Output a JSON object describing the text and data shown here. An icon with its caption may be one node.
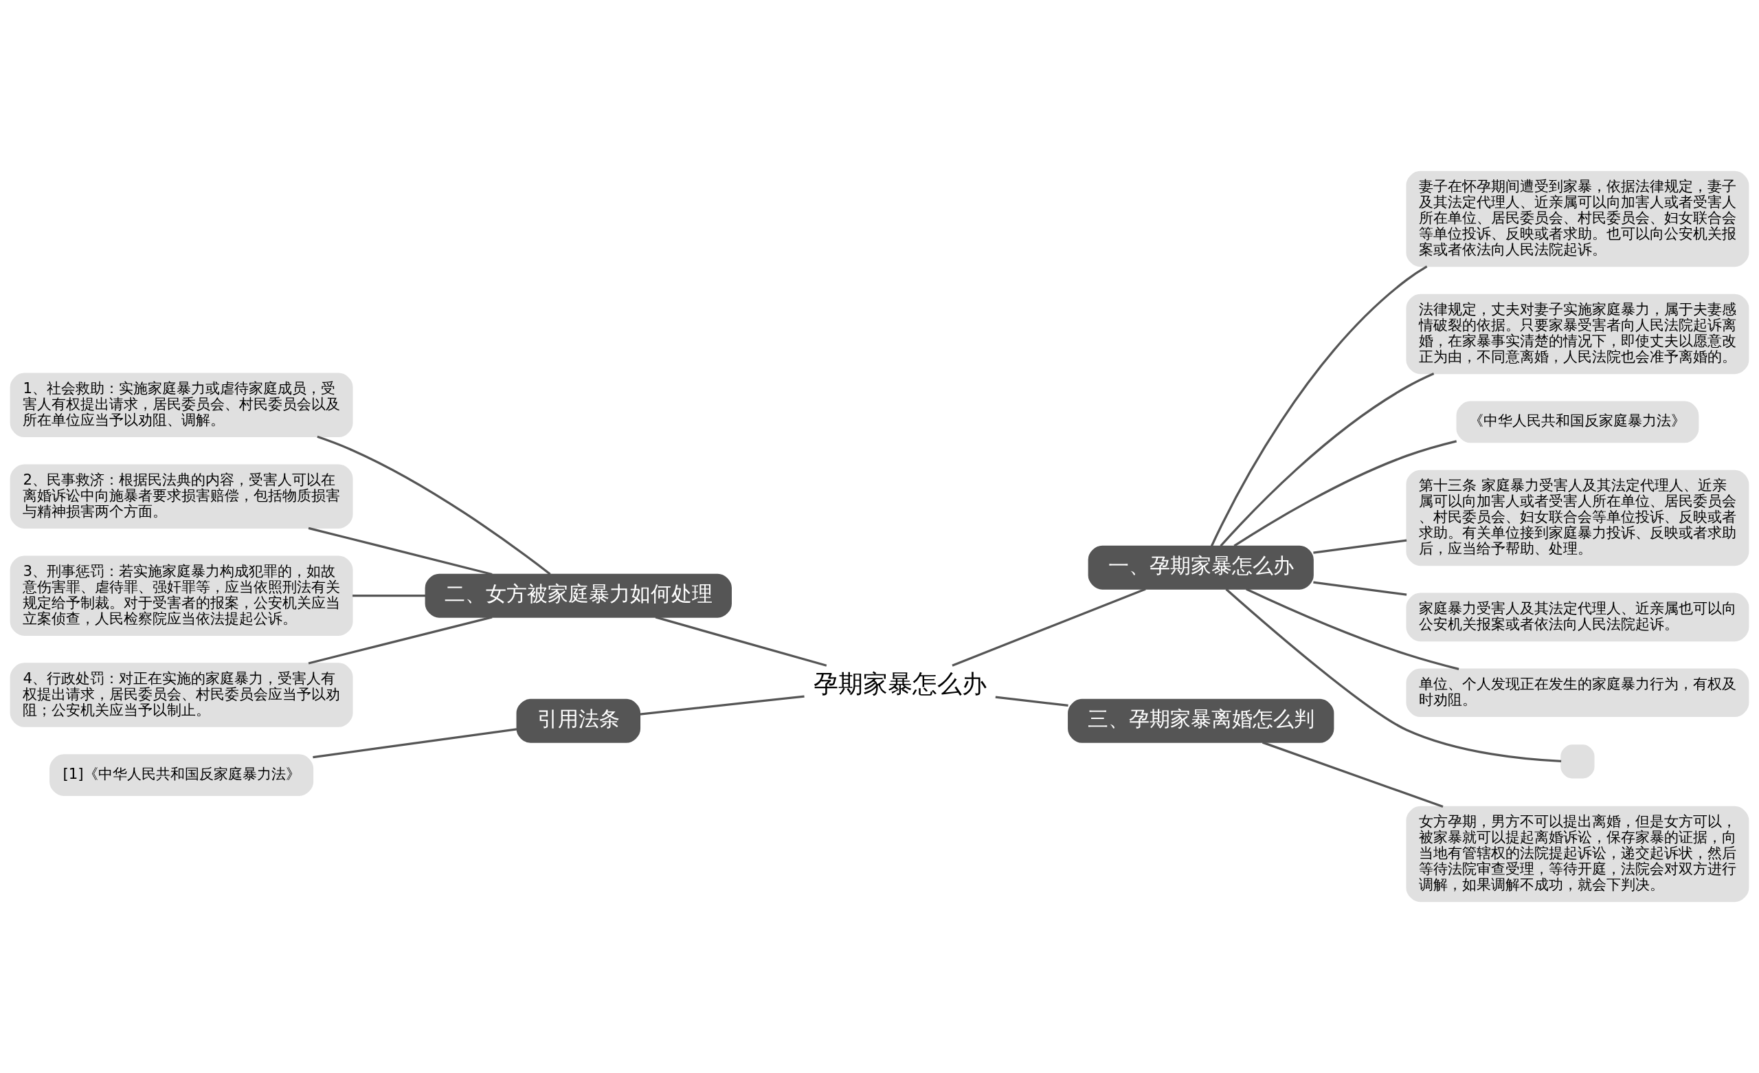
{
  "diagram": {
    "nodes": [
      {
        "text": [
          "孕期家暴怎么办"
        ]
      },
      {
        "text": [
          "一、孕期家暴怎么办"
        ]
      },
      {
        "text": [
          "妻子在怀孕期间遭受到家暴，依据法律规定，妻子及其法定代理人、近亲属可以向加害人或者受害人所在单位、居民委员会、村民委员会、妇女联合会等单位投诉、反映或者求助。也可以向公安机关报案或者依法向人民法院起诉。"
        ]
      },
      {
        "text": [
          "法律规定，丈夫对妻子实施家庭暴力，属于夫妻感情破裂的依据。只要家暴受害者向人民法院起诉离婚，在家暴事实清楚的情况下，即使丈夫以愿意改正为由，不同意离婚，人民法院也会准予离婚的。"
        ]
      },
      {
        "text": [
          "《中华人民共和国反家庭暴力法》"
        ]
      },
      {
        "text": [
          "第十三条 家庭暴力受害人及其法定代理人、近亲属可以向加害人或者受害人所在单位、居民委员会、村民委员会、妇女联合会等单位投诉、反映或者求助。有关单位接到家庭暴力投诉、反映或者求助后，应当给予帮助、处理。"
        ]
      },
      {
        "text": [
          "家庭暴力受害人及其法定代理人、近亲属也可以向公安机关报案或者依法向人民法院起诉。"
        ]
      },
      {
        "text": [
          "单位、个人发现正在发生的家庭暴力行为，有权及时劝阻。"
        ]
      },
      {
        "text": [],
        "shape": "box"
      },
      {
        "text": [
          "二、女方被家庭暴力如何处理"
        ]
      },
      {
        "text": [
          "1、社会救助：实施家庭暴力或虐待家庭成员，受害人有权提出请求，居民委员会、村民委员会以及所在单位应当予以劝阻、调解。"
        ]
      },
      {
        "text": [
          "2、民事救济：根据民法典的内容，受害人可以在离婚诉讼中向施暴者要求损害赔偿，包括物质损害与精神损害两个方面。"
        ]
      },
      {
        "text": [
          "3、刑事惩罚：若实施家庭暴力构成犯罪的，如故意伤害罪、虐待罪、强奸罪等，应当依照刑法有关规定给予制裁。对于受害者的报案，公安机关应当立案侦查，人民检察院应当依法提起公诉。"
        ]
      },
      {
        "text": [
          "4、行政处罚：对正在实施的家庭暴力，受害人有权提出请求，居民委员会、村民委员会应当予以劝阻；公安机关应当予以制止。"
        ]
      },
      {
        "text": [
          "引用法条"
        ]
      },
      {
        "text": [
          "[1]《中华人民共和国反家庭暴力法》"
        ]
      },
      {
        "text": [
          "三、孕期家暴离婚怎么判"
        ]
      },
      {
        "text": [
          "女方孕期，男方不可以提出离婚，但是女方可以，被家暴就可以提起离婚诉讼，保存家暴的证据，向当地有管辖权的法院提起诉讼，递交起诉状，然后等待法院审查受理，等待开庭，法院会对双方进行调解，如果调解不成功，就会下判决。"
        ]
      }
    ],
    "edges": [
      {
        "from": 0,
        "to": 1,
        "arrow": "none"
      },
      {
        "from": 1,
        "to": 2,
        "arrow": "none"
      },
      {
        "from": 1,
        "to": 3,
        "arrow": "none"
      },
      {
        "from": 1,
        "to": 4,
        "arrow": "none"
      },
      {
        "from": 1,
        "to": 5,
        "arrow": "none"
      },
      {
        "from": 1,
        "to": 6,
        "arrow": "none"
      },
      {
        "from": 1,
        "to": 7,
        "arrow": "none"
      },
      {
        "from": 1,
        "to": 8,
        "arrow": "none"
      },
      {
        "from": 0,
        "to": 9,
        "arrow": "none"
      },
      {
        "from": 9,
        "to": 10,
        "arrow": "none"
      },
      {
        "from": 9,
        "to": 11,
        "arrow": "none"
      },
      {
        "from": 9,
        "to": 12,
        "arrow": "none"
      },
      {
        "from": 9,
        "to": 13,
        "arrow": "none"
      },
      {
        "from": 0,
        "to": 14,
        "arrow": "none"
      },
      {
        "from": 14,
        "to": 15,
        "arrow": "none"
      },
      {
        "from": 0,
        "to": 16,
        "arrow": "none"
      },
      {
        "from": 16,
        "to": 17,
        "arrow": "none"
      }
    ]
  }
}
